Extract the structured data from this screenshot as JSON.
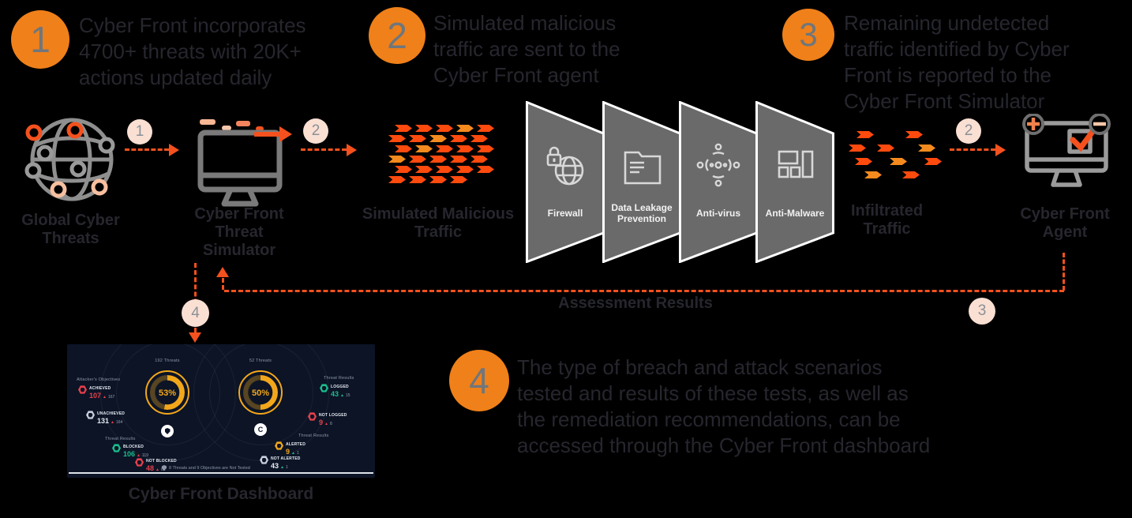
{
  "steps": [
    {
      "number": "1",
      "text": "Cyber Front incorporates\n4700+ threats with 20K+\nactions updated daily"
    },
    {
      "number": "2",
      "text": "Simulated malicious\ntraffic are sent to the\nCyber Front agent"
    },
    {
      "number": "3",
      "text": "Remaining undetected\ntraffic identified by Cyber\nFront is reported to the\nCyber Front Simulator"
    },
    {
      "number": "4",
      "text": "The type of breach and attack scenarios\ntested and results of these tests, as well as\nthe remediation recommendations, can be\naccessed through the Cyber Front dashboard"
    }
  ],
  "flow": {
    "global_threats_label": "Global Cyber\nThreats",
    "simulator_label": "Cyber Front\nThreat\nSimulator",
    "simulated_traffic_label": "Simulated Malicious\nTraffic",
    "infiltrated_label": "Infiltrated\nTraffic",
    "agent_label": "Cyber Front\nAgent",
    "assessment_label": "Assessment Results",
    "badges": {
      "b1": "1",
      "b2a": "2",
      "b2b": "2",
      "b3": "3",
      "b4": "4"
    },
    "panels": [
      {
        "label": "Firewall",
        "icon": "firewall-globe-lock-icon"
      },
      {
        "label": "Data Leakage\nPrevention",
        "icon": "folder-document-icon"
      },
      {
        "label": "Anti-virus",
        "icon": "radar-signal-icon"
      },
      {
        "label": "Anti-Malware",
        "icon": "layout-blocks-icon"
      }
    ]
  },
  "dashboard": {
    "title": "Cyber Front Dashboard",
    "gauges": [
      {
        "threats": "192 Threats",
        "percent": 53,
        "percent_label": "53%"
      },
      {
        "threats": "52 Threats",
        "percent": 50,
        "percent_label": "50%"
      }
    ],
    "left_objectives": {
      "header": "Attacker's Objectives",
      "rows": [
        {
          "label": "ACHIEVED",
          "value": "107",
          "delta": "167"
        },
        {
          "label": "UNACHIEVED",
          "value": "131",
          "delta": "164"
        }
      ]
    },
    "left_results": {
      "header": "Threat Results",
      "rows": [
        {
          "label": "BLOCKED",
          "value": "106",
          "delta": "119"
        },
        {
          "label": "NOT BLOCKED",
          "value": "48",
          "delta": "82"
        }
      ]
    },
    "right_results_top": {
      "header": "Threat Results",
      "rows": [
        {
          "label": "LOGGED",
          "value": "43",
          "delta": "15"
        },
        {
          "label": "NOT LOGGED",
          "value": "9",
          "delta": "8"
        }
      ]
    },
    "right_results_bottom": {
      "header": "Threat Results",
      "rows": [
        {
          "label": "ALERTED",
          "value": "9",
          "delta": "1"
        },
        {
          "label": "NOT ALERTED",
          "value": "43",
          "delta": "1"
        }
      ]
    },
    "footnote": "8 Threats and 9 Objectives are Not Tested"
  },
  "colors": {
    "accent_orange": "#F08019",
    "arrow_orange": "#F4511E",
    "traffic_orange": "#FF4A0E",
    "badge_peach": "#FADFD3",
    "panel_gray": "#6A6A6A",
    "dashboard_navy": "#0C1426",
    "gauge_amber": "#F2A71B",
    "status_red": "#E8404B",
    "status_green": "#1ABE8C",
    "text_dark": "#26262E"
  }
}
